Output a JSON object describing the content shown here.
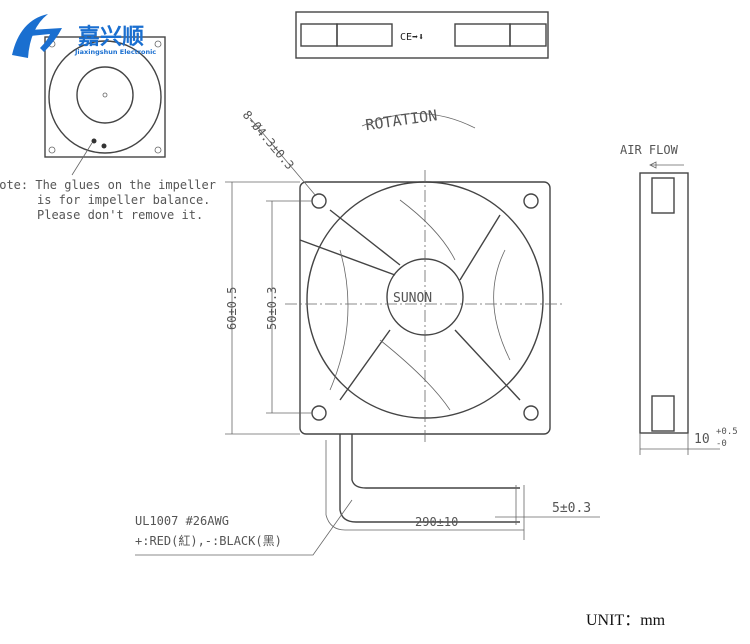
{
  "logo": {
    "cn": "嘉兴顺",
    "en": "Jiaxingshun Electronic",
    "color": "#1a6fd0"
  },
  "note": {
    "line1": "Note: The glues on the impeller",
    "line2": "is for impeller balance.",
    "line3": "Please don't remove it."
  },
  "top_view": {
    "label": "CE➡⬇"
  },
  "rotation_label": "ROTATION",
  "holes_label": "8-Ø4.3±0.3",
  "hub_label": "SUNON",
  "dims": {
    "outer": "60±0.5",
    "hole_pitch": "50±0.3",
    "thickness": "10",
    "thickness_tol_plus": "+0.5",
    "thickness_tol_minus": "-0",
    "lead_length": "290±10",
    "strip": "5±0.3"
  },
  "air_flow_label": "AIR FLOW",
  "wire": {
    "spec": "UL1007 #26AWG",
    "colors": "+:RED(紅),-:BLACK(黑)"
  },
  "unit": "UNIT：mm"
}
